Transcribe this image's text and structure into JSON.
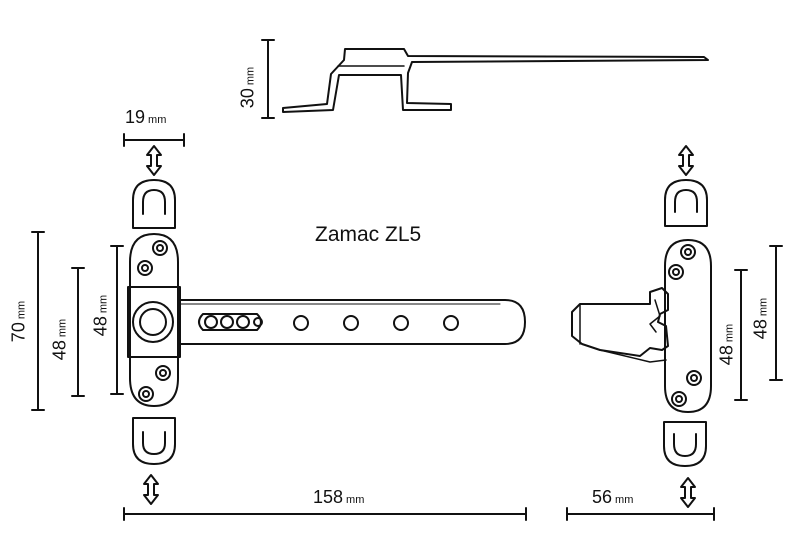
{
  "title": "Zamac ZL5",
  "unit": "mm",
  "dimensions": {
    "height_profile": "30",
    "cap_width": "19",
    "total_length": "158",
    "plate_height_outer": "70",
    "plate_height_inner": "48",
    "plate_height_mid": "48",
    "right_height_a": "48",
    "right_height_b": "48",
    "keeper_width": "56"
  },
  "colors": {
    "line": "#111111",
    "paper": "#ffffff"
  }
}
